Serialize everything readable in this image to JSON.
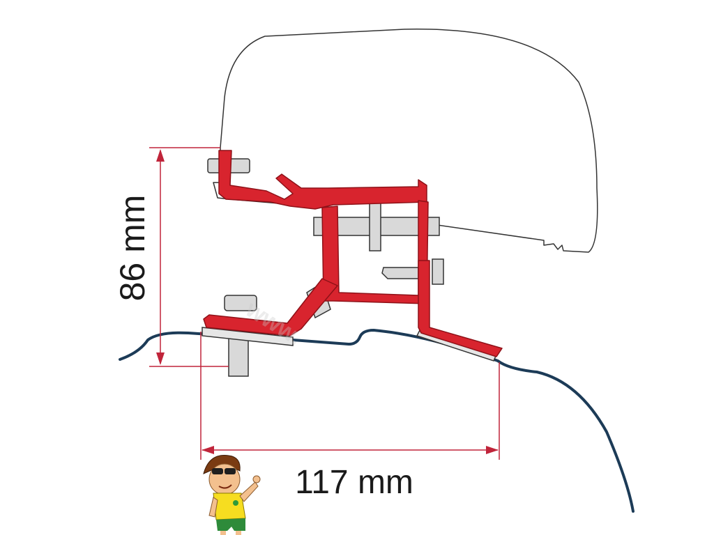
{
  "diagram": {
    "height_dimension": "86 mm",
    "width_dimension": "117 mm",
    "watermark": "www.",
    "colors": {
      "bracket": "#d8242e",
      "bracket_shadow": "#a3151d",
      "dimension_line": "#c0243a",
      "roof_line": "#1c3b57",
      "awning_outline": "#333333",
      "awning_fill": "#ffffff",
      "bolt_fill": "#d9d9d9",
      "bolt_stroke": "#333333"
    },
    "icons": [
      "mascot-boy-icon"
    ]
  }
}
